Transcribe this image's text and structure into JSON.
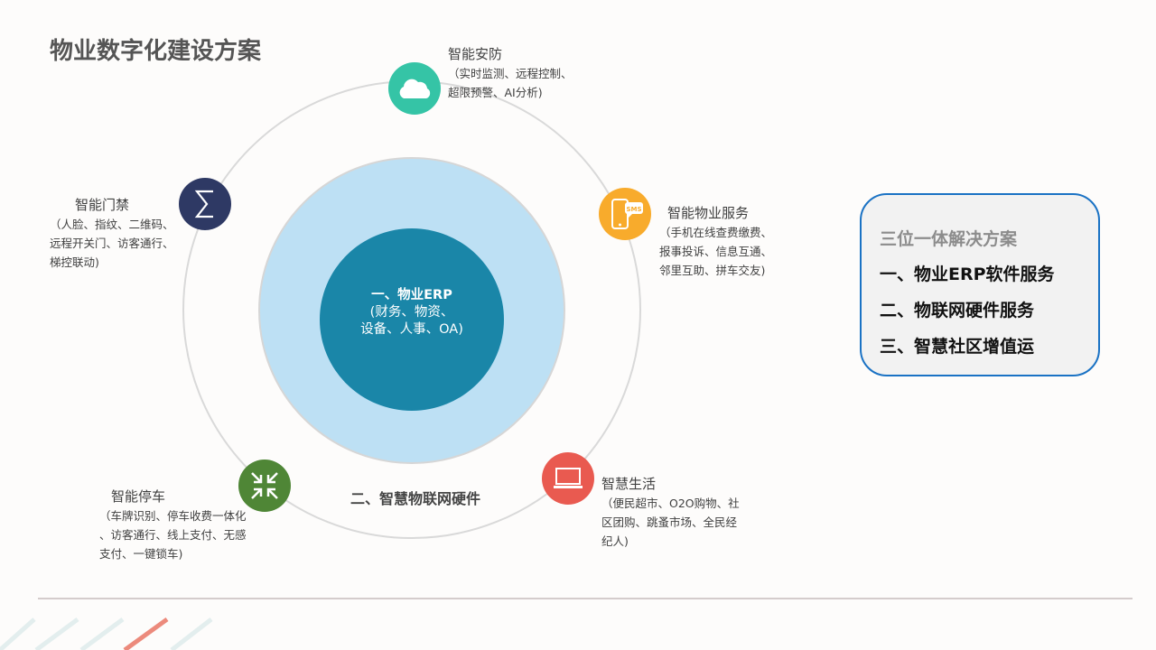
{
  "title": "物业数字化建设方案",
  "core": {
    "title": "一、物业ERP",
    "line1": "(财务、物资、",
    "line2": "设备、人事、OA)"
  },
  "iot_label": "二、智慧物联网硬件",
  "nodes": {
    "security": {
      "label": "智能安防",
      "desc": [
        "（实时监测、远程控制、",
        "超限预警、AI分析)"
      ],
      "color": "#35c4a6",
      "icon": "cloud-icon"
    },
    "access": {
      "label": "智能门禁",
      "desc": [
        "（人脸、指纹、二维码、",
        "远程开关门、访客通行、",
        "梯控联动)"
      ],
      "color": "#2e3964",
      "icon": "sigma-icon"
    },
    "service": {
      "label": "智能物业服务",
      "desc": [
        "（手机在线查费缴费、",
        "报事投诉、信息互通、",
        "邻里互助、拼车交友)"
      ],
      "color": "#f8ab2c",
      "icon": "phone-sms-icon",
      "sms": "SMS"
    },
    "parking": {
      "label": "智能停车",
      "desc": [
        "（车牌识别、停车收费一体化",
        "、访客通行、线上支付、无感",
        "支付、一键锁车)"
      ],
      "color": "#4f8636",
      "icon": "arrows-in-icon"
    },
    "life": {
      "label": "智慧生活",
      "desc": [
        "（便民超市、O2O购物、社",
        "区团购、跳蚤市场、全民经",
        "纪人)"
      ],
      "color": "#e95a50",
      "icon": "laptop-icon"
    }
  },
  "summary": {
    "heading": "三位一体解决方案",
    "items": [
      "一、物业ERP软件服务",
      "二、物联网硬件服务",
      "三、智慧社区增值运"
    ],
    "border_color": "#1a72c4"
  }
}
